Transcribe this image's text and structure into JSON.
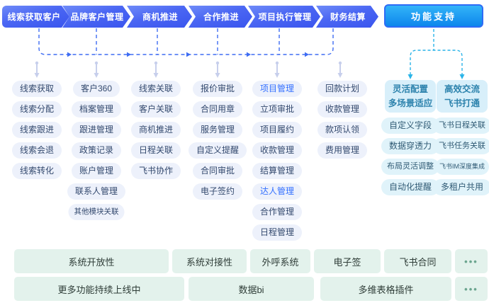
{
  "flow_buttons": [
    {
      "label": "线索获取客户"
    },
    {
      "label": "品牌客户管理"
    },
    {
      "label": "商机推进"
    },
    {
      "label": "合作推进"
    },
    {
      "label": "项目执行管理"
    },
    {
      "label": "财务结算"
    }
  ],
  "support_button": {
    "label": "功能支持"
  },
  "columns": [
    {
      "items": [
        "线索获取",
        "线索分配",
        "线索跟进",
        "线索会退",
        "线索转化"
      ]
    },
    {
      "items": [
        "客户360",
        "档案管理",
        "跟进管理",
        "政策记录",
        "账户管理",
        "联系人管理",
        "其他模块关联"
      ]
    },
    {
      "items": [
        "线索关联",
        "客户关联",
        "商机推进",
        "日程关联",
        "飞书协作"
      ]
    },
    {
      "items": [
        "报价审批",
        "合同用章",
        "服务管理",
        "自定义提醒",
        "合同审批",
        "电子签约"
      ]
    },
    {
      "items": [
        "项目管理",
        "立项审批",
        "项目履约",
        "收款管理",
        "结算管理",
        "达人管理",
        "合作管理",
        "日程管理"
      ],
      "highlighted_items": [
        "项目管理",
        "达人管理"
      ]
    },
    {
      "items": [
        "回款计划",
        "收款管理",
        "款项认领",
        "费用管理"
      ]
    }
  ],
  "support_groups": [
    {
      "title_lines": [
        "灵活配置",
        "多场景适应"
      ],
      "items": [
        "自定义字段",
        "数据穿透力",
        "布局灵活调整",
        "自动化提醒"
      ]
    },
    {
      "title_lines": [
        "高效交流",
        "飞书打通"
      ],
      "items": [
        "飞书日程关联",
        "飞书任务关联",
        "飞书IM深度集成",
        "多租户共用"
      ]
    }
  ],
  "bottom_rows": [
    {
      "cells": [
        "系统开放性",
        "系统对接性",
        "外呼系统",
        "电子签",
        "飞书合同",
        "•••"
      ]
    },
    {
      "cells": [
        "更多功能持续上线中",
        "数据bi",
        "多维表格插件",
        "•••"
      ]
    }
  ],
  "colors": {
    "flow_button_gradient_start": "#6f8bf8",
    "flow_button_gradient_end": "#3a55ee",
    "support_button_border": "#2e6cf6",
    "support_button_gradient_start": "#33b4f8",
    "support_button_gradient_end": "#0d86ec",
    "pill_bg": "#edf1fb",
    "pill_text": "#33496e",
    "pill_highlight_text": "#3370ff",
    "cyan_header_bg": "#d8effa",
    "cyan_header_text": "#2d83ad",
    "cyan_pill_bg": "#e0f3fa",
    "cyan_pill_text": "#2f5a74",
    "green_box_bg": "#e3f2ec",
    "green_box_text": "#2f3d38",
    "green_dots": "#6ba58f",
    "blue_connector": "#3e6cf3",
    "cyan_connector": "#2ab4e8",
    "pin_connector": "#c7cfec"
  }
}
